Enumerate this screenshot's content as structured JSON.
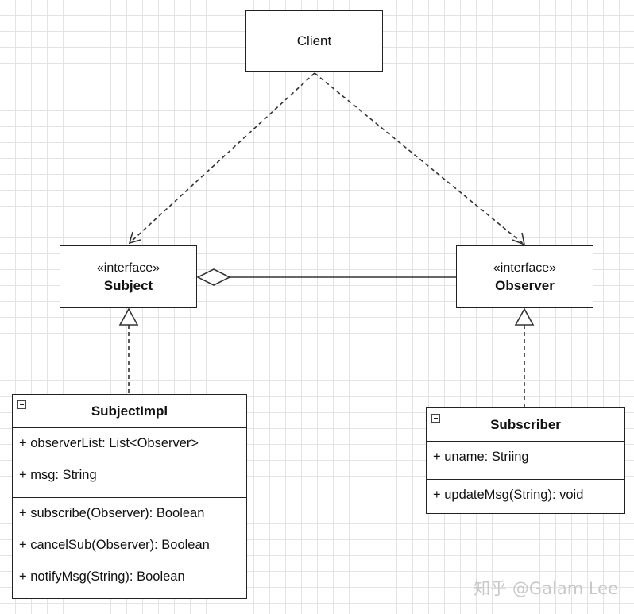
{
  "client": {
    "label": "Client"
  },
  "subject": {
    "stereotype": "«interface»",
    "name": "Subject"
  },
  "observer": {
    "stereotype": "«interface»",
    "name": "Observer"
  },
  "subject_impl": {
    "name": "SubjectImpl",
    "attributes": [
      "+ observerList: List<Observer>",
      "+ msg: String"
    ],
    "operations": [
      "+ subscribe(Observer): Boolean",
      "+ cancelSub(Observer): Boolean",
      "+ notifyMsg(String): Boolean"
    ]
  },
  "subscriber": {
    "name": "Subscriber",
    "attributes": [
      "+ uname: Striing"
    ],
    "operations": [
      "+ updateMsg(String): void"
    ]
  },
  "watermark": "知乎 @Galam Lee"
}
